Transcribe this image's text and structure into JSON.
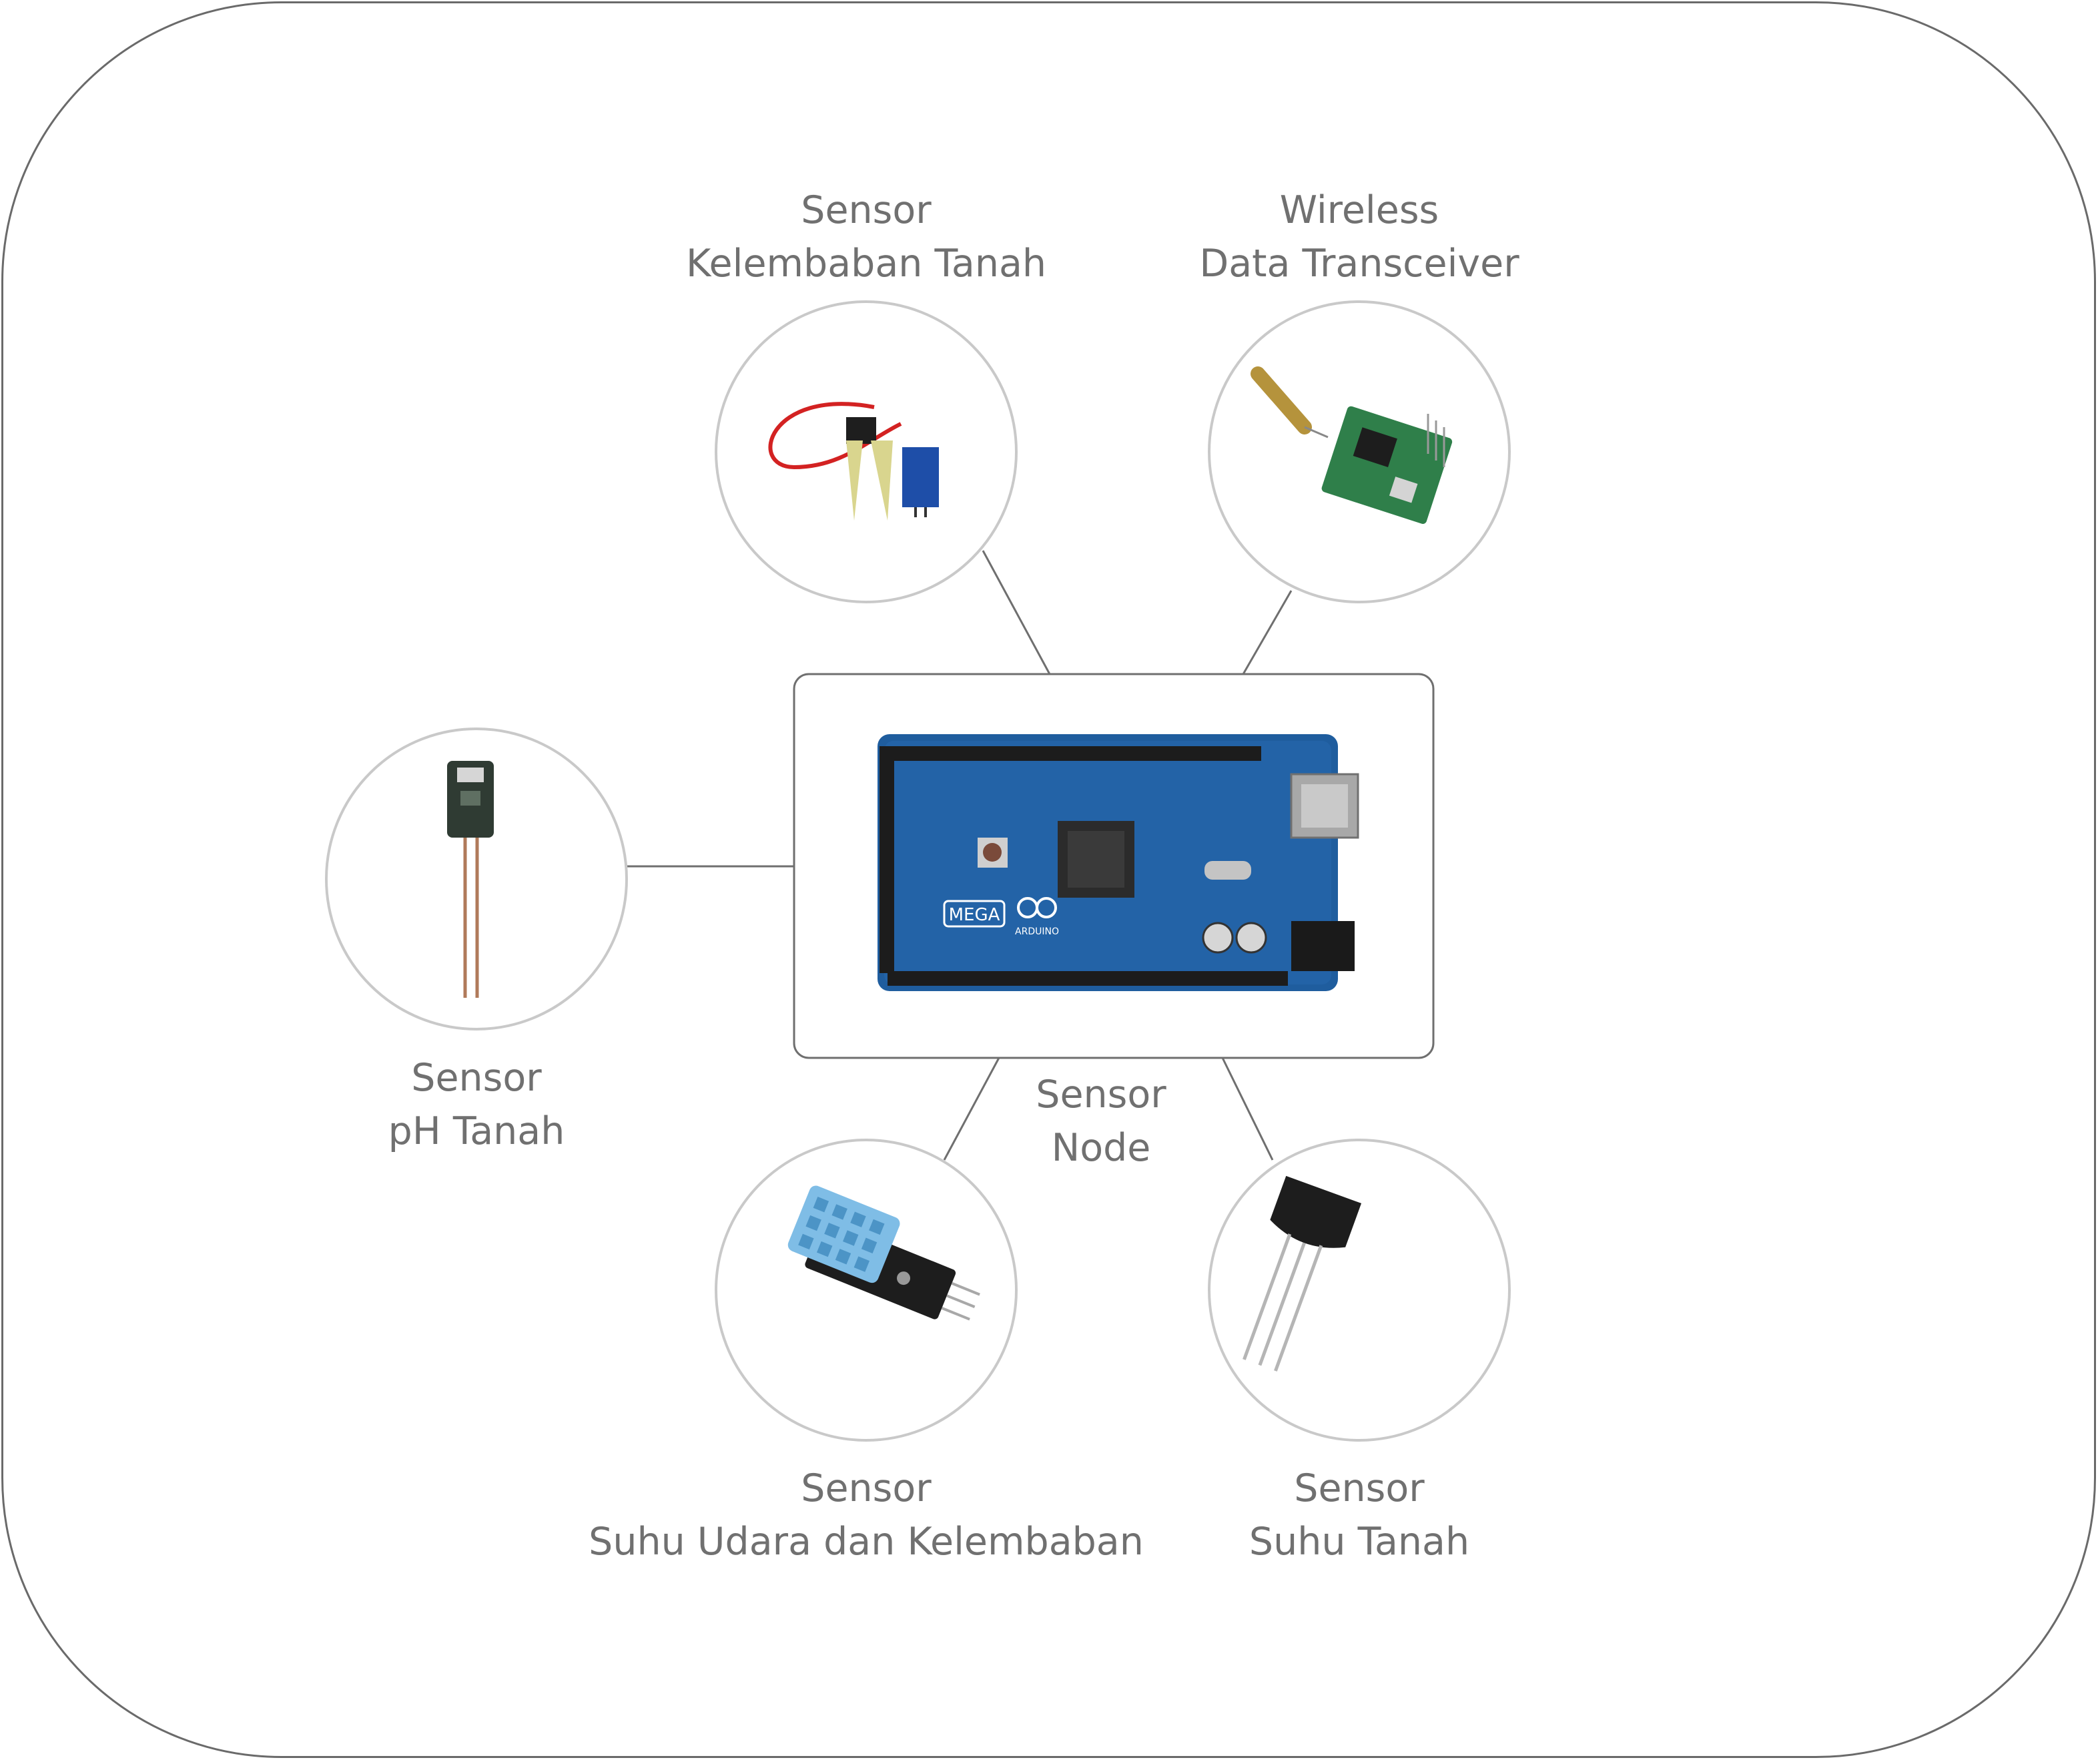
{
  "diagram": {
    "hub": {
      "label_line1": "Sensor",
      "label_line2": "Node",
      "board_text": "MEGA",
      "board_brand": "ARDUINO"
    },
    "nodes": {
      "soil_moisture": {
        "line1": "Sensor",
        "line2": "Kelembaban Tanah"
      },
      "wireless": {
        "line1": "Wireless",
        "line2": "Data Transceiver"
      },
      "soil_ph": {
        "line1": "Sensor",
        "line2": "pH Tanah"
      },
      "air_temp_humidity": {
        "line1": "Sensor",
        "line2": "Suhu Udara dan Kelembaban"
      },
      "soil_temp": {
        "line1": "Sensor",
        "line2": "Suhu Tanah"
      }
    },
    "colors": {
      "line": "#6f6f6f",
      "circle": "#c9c9c9",
      "board": "#1f5d9e",
      "text": "#707070"
    }
  }
}
